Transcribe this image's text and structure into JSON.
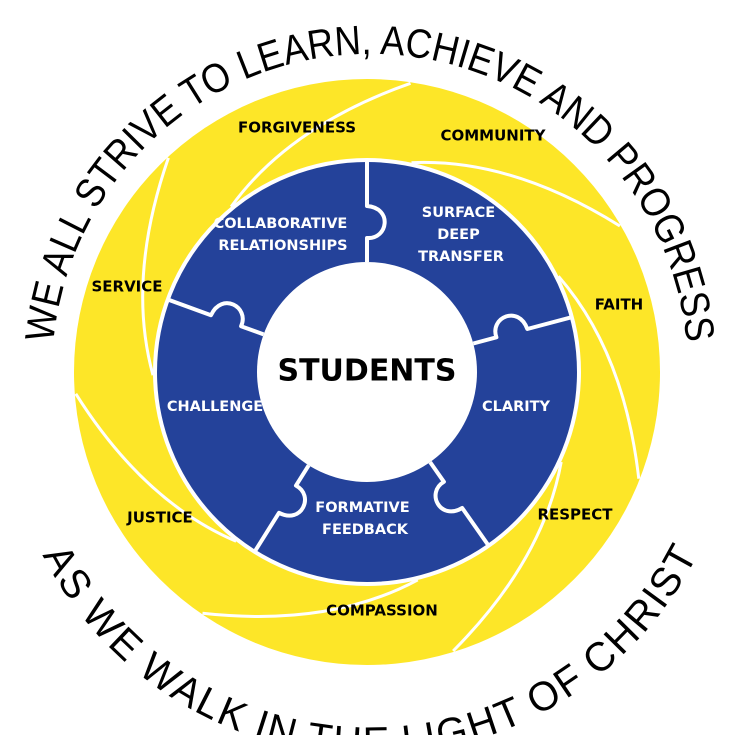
{
  "colors": {
    "yellow": "#fde628",
    "blue": "#24429a",
    "outline": "#ffffff",
    "text_dark": "#000000",
    "text_light": "#ffffff"
  },
  "outer_text": {
    "top": "WE ALL STRIVE TO LEARN, ACHIEVE AND PROGRESS",
    "bottom": "AS WE WALK IN THE LIGHT OF CHRIST"
  },
  "values": [
    {
      "label": "FORGIVENESS"
    },
    {
      "label": "COMMUNITY"
    },
    {
      "label": "FAITH"
    },
    {
      "label": "RESPECT"
    },
    {
      "label": "COMPASSION"
    },
    {
      "label": "JUSTICE"
    },
    {
      "label": "SERVICE"
    }
  ],
  "pieces": [
    {
      "lines": [
        "COLLABORATIVE",
        "RELATIONSHIPS"
      ]
    },
    {
      "lines": [
        "SURFACE",
        "DEEP",
        "TRANSFER"
      ]
    },
    {
      "lines": [
        "CLARITY"
      ]
    },
    {
      "lines": [
        "FORMATIVE",
        "FEEDBACK"
      ]
    },
    {
      "lines": [
        "CHALLENGE"
      ]
    }
  ],
  "center": {
    "label": "STUDENTS"
  }
}
